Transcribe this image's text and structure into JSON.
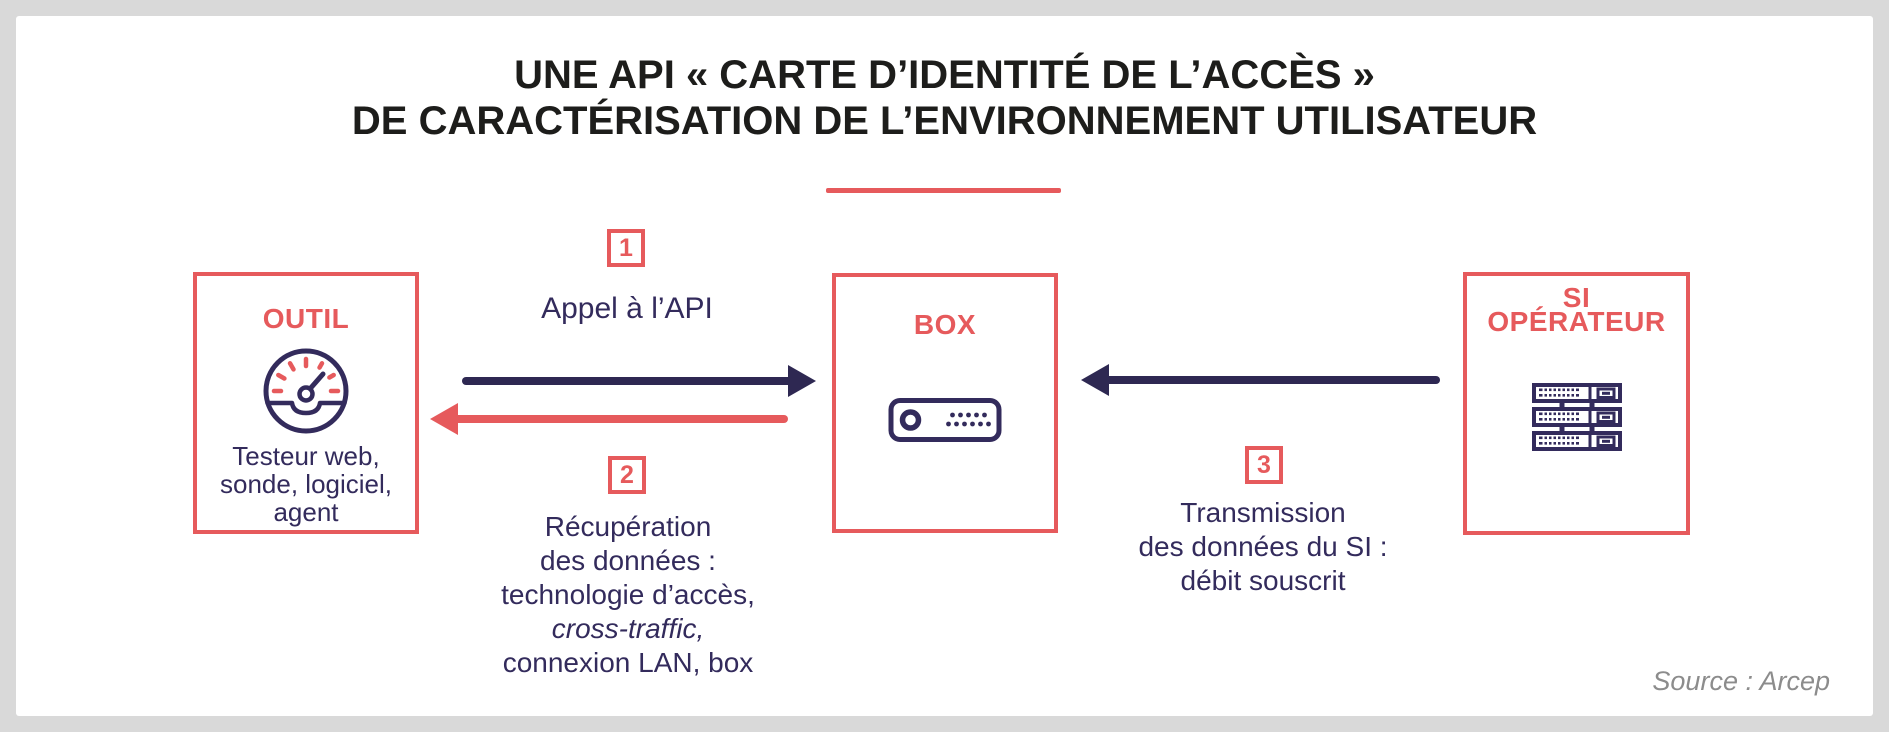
{
  "title": {
    "line1": "UNE API « CARTE D’IDENTITÉ DE L’ACCÈS »",
    "line2": "DE CARACTÉRISATION DE L’ENVIRONNEMENT UTILISATEUR"
  },
  "colors": {
    "coral": "#e65a5c",
    "navy": "#332b5c",
    "arrow_navy": "#2e2852",
    "title_black": "#1d1d1b",
    "frame_gray": "#d9d9d9",
    "source_gray": "#8c8c8c"
  },
  "nodes": {
    "outil": {
      "label": "OUTIL",
      "icon": "gauge-icon",
      "description_lines": [
        "Testeur web,",
        "sonde, logiciel,",
        "agent"
      ]
    },
    "box": {
      "label": "BOX",
      "icon": "router-icon"
    },
    "si_operateur": {
      "label_line1": "SI",
      "label_line2": "OPÉRATEUR",
      "icon": "server-rack-icon"
    }
  },
  "steps": {
    "step1": {
      "number": "1",
      "label": "Appel à l’API"
    },
    "step2": {
      "number": "2",
      "lines": [
        "Récupération",
        "des données :",
        "technologie d’accès,",
        "cross-traffic,",
        "connexion LAN, box"
      ]
    },
    "step3": {
      "number": "3",
      "lines": [
        "Transmission",
        "des données du SI :",
        "débit souscrit"
      ]
    }
  },
  "source": "Source : Arcep"
}
